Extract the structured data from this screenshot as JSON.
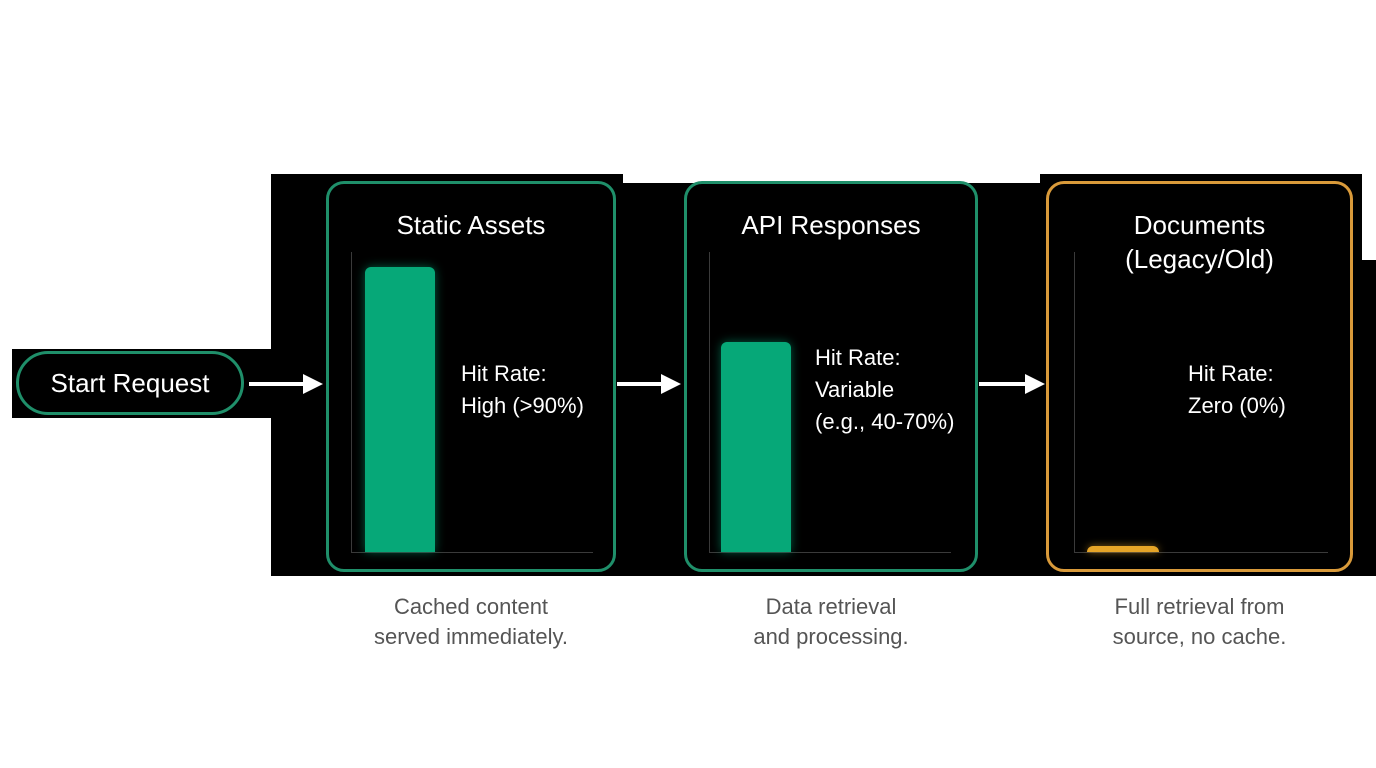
{
  "start": {
    "label": "Start Request"
  },
  "cards": [
    {
      "title_lines": [
        "Static Assets"
      ],
      "rate_lines": [
        "Hit Rate:",
        "High (>90%)"
      ],
      "caption_lines": [
        "Cached content",
        "served immediately."
      ],
      "bar_level": 0.95,
      "accent": "#1f8f6a",
      "bar_color": "#06a878"
    },
    {
      "title_lines": [
        "API Responses"
      ],
      "rate_lines": [
        "Hit Rate:",
        "Variable",
        "(e.g., 40-70%)"
      ],
      "caption_lines": [
        "Data retrieval",
        "and processing."
      ],
      "bar_level": 0.7,
      "accent": "#1f8f6a",
      "bar_color": "#06a878"
    },
    {
      "title_lines": [
        "Documents",
        "(Legacy/Old)"
      ],
      "rate_lines": [
        "Hit Rate:",
        "Zero (0%)"
      ],
      "caption_lines": [
        "Full retrieval from",
        "source, no cache."
      ],
      "bar_level": 0.02,
      "accent": "#d99a3a",
      "bar_color": "#e6a528"
    }
  ]
}
